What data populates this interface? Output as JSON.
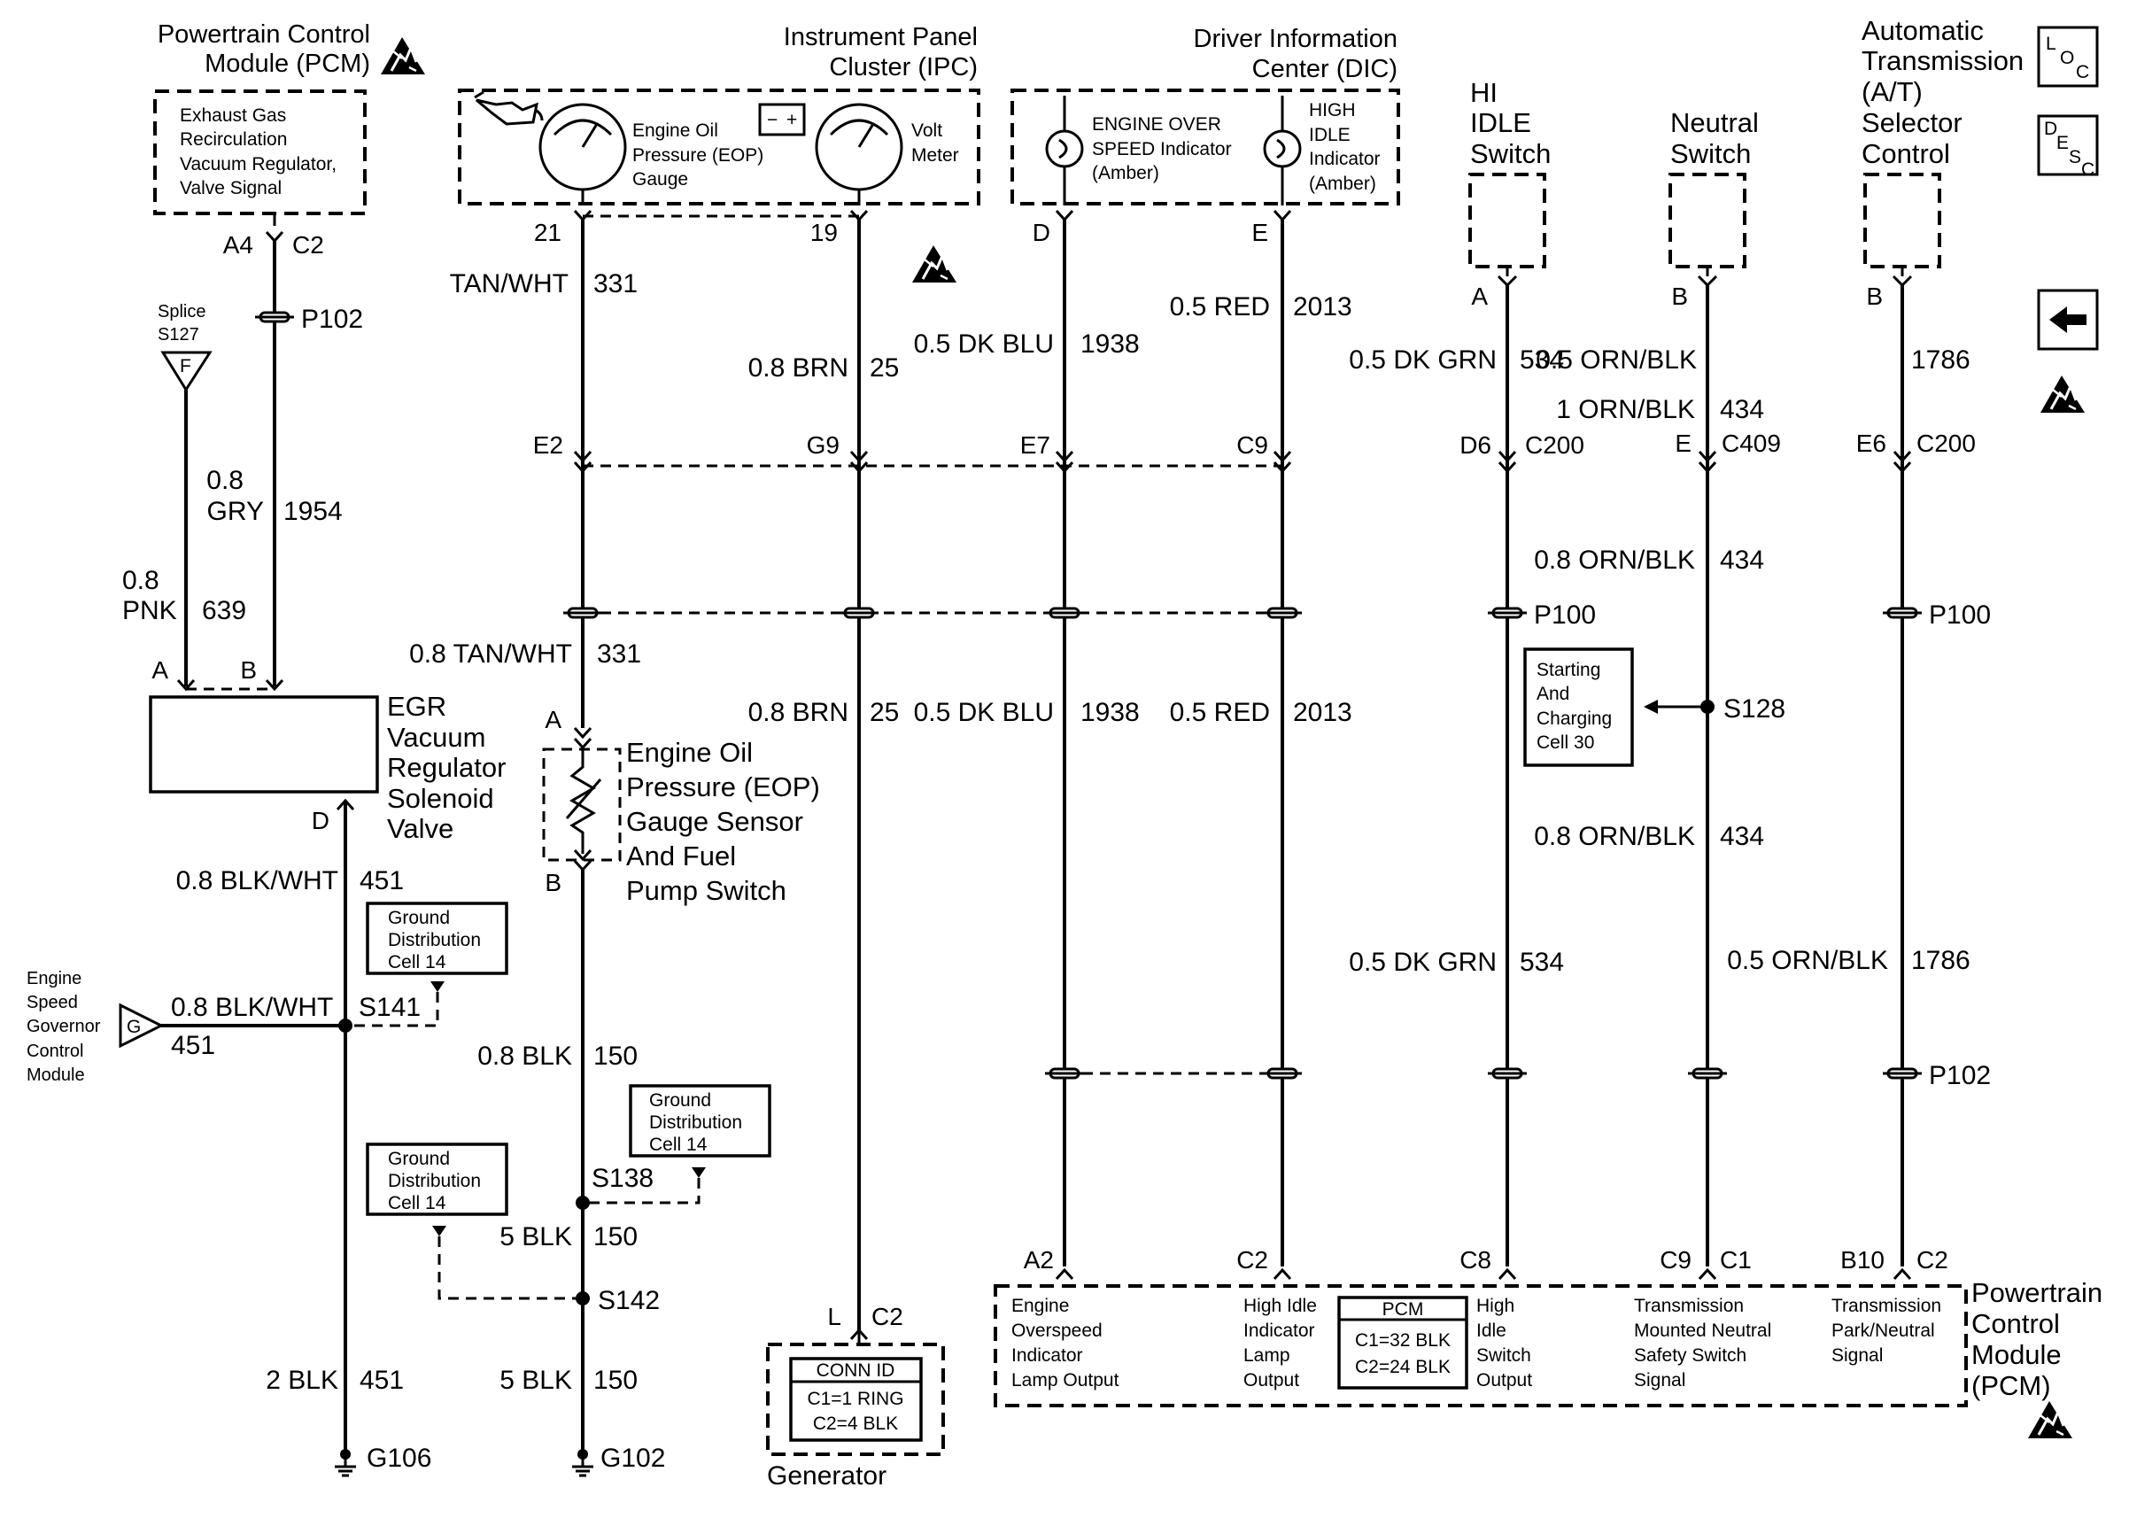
{
  "components": {
    "pcm_top": {
      "title1": "Powertrain Control",
      "title2": "Module (PCM)",
      "signal_lines": [
        "Exhaust Gas",
        "Recirculation",
        "Vacuum Regulator,",
        "Valve Signal"
      ],
      "pin_a4": "A4",
      "pin_c2": "C2"
    },
    "ipc": {
      "title1": "Instrument Panel",
      "title2": "Cluster (IPC)",
      "eop_gauge_lines": [
        "Engine Oil",
        "Pressure (EOP)",
        "Gauge"
      ],
      "volt_lines": [
        "Volt",
        "Meter"
      ],
      "pin_21": "21",
      "pin_19": "19",
      "battery_minus": "−",
      "battery_plus": "+"
    },
    "dic": {
      "title1": "Driver Information",
      "title2": "Center (DIC)",
      "overspeed_lines": [
        "ENGINE OVER",
        "SPEED Indicator",
        "(Amber)"
      ],
      "highidle_lines": [
        "HIGH",
        "IDLE",
        "Indicator",
        "(Amber)"
      ],
      "pin_d": "D",
      "pin_e": "E"
    },
    "hi_idle_switch": {
      "lines": [
        "HI",
        "IDLE",
        "Switch"
      ],
      "pin": "A"
    },
    "neutral_switch": {
      "lines": [
        "Neutral",
        "Switch"
      ],
      "pin": "B"
    },
    "at_selector": {
      "lines": [
        "Automatic",
        "Transmission",
        "(A/T)",
        "Selector",
        "Control"
      ],
      "pin": "B"
    },
    "egr_valve": {
      "lines": [
        "EGR",
        "Vacuum",
        "Regulator",
        "Solenoid",
        "Valve"
      ],
      "pin_a": "A",
      "pin_b": "B",
      "pin_d": "D"
    },
    "eop_sensor": {
      "lines": [
        "Engine Oil",
        "Pressure (EOP)",
        "Gauge Sensor",
        "And Fuel",
        "Pump Switch"
      ],
      "pin_a": "A",
      "pin_b": "B"
    },
    "generator": {
      "label": "Generator",
      "pin_l": "L",
      "pin_c2": "C2",
      "conn_title": "CONN ID",
      "conn_c1": "C1=1 RING",
      "conn_c2": "C2=4 BLK"
    },
    "governor": {
      "lines": [
        "Engine",
        "Speed",
        "Governor",
        "Control",
        "Module"
      ],
      "connector": "G"
    },
    "splice_s127": {
      "lines": [
        "Splice",
        "S127"
      ],
      "connector": "F"
    },
    "pcm_bottom": {
      "title_lines": [
        "Powertrain",
        "Control",
        "Module",
        "(PCM)"
      ],
      "out_overspeed": [
        "Engine",
        "Overspeed",
        "Indicator",
        "Lamp Output"
      ],
      "out_highidle": [
        "High Idle",
        "Indicator",
        "Lamp",
        "Output"
      ],
      "pcm_box_title": "PCM",
      "pcm_c1": "C1=32 BLK",
      "pcm_c2": "C2=24 BLK",
      "out_switch": [
        "High",
        "Idle",
        "Switch",
        "Output"
      ],
      "out_neutral": [
        "Transmission",
        "Mounted Neutral",
        "Safety Switch",
        "Signal"
      ],
      "out_park": [
        "Transmission",
        "Park/Neutral",
        "Signal"
      ],
      "pins": {
        "a2": "A2",
        "c2a": "C2",
        "c8": "C8",
        "c9": "C9",
        "c1": "C1",
        "b10": "B10",
        "c2b": "C2"
      }
    }
  },
  "wires": {
    "w331_top": {
      "color": "TAN/WHT",
      "circuit": "331"
    },
    "w331_mid": {
      "color": "0.8 TAN/WHT",
      "circuit": "331"
    },
    "w25_top": {
      "color": "0.8 BRN",
      "circuit": "25"
    },
    "w25_mid": {
      "color": "0.8 BRN",
      "circuit": "25"
    },
    "w1938_top": {
      "color": "0.5 DK BLU",
      "circuit": "1938"
    },
    "w1938_mid": {
      "color": "0.5 DK BLU",
      "circuit": "1938"
    },
    "w2013_top": {
      "color": "0.5 RED",
      "circuit": "2013"
    },
    "w2013_mid": {
      "color": "0.5 RED",
      "circuit": "2013"
    },
    "w534_top": {
      "color": "0.5 DK GRN",
      "circuit": "534"
    },
    "w534_bot": {
      "color": "0.5 DK GRN",
      "circuit": "534"
    },
    "w434_top": {
      "color": "1 ORN/BLK",
      "circuit": "434"
    },
    "w434_mid": {
      "color": "0.8 ORN/BLK",
      "circuit": "434"
    },
    "w434_bot": {
      "color": "0.8 ORN/BLK",
      "circuit": "434"
    },
    "w1786_top": {
      "color": "0.5 ORN/BLK",
      "circuit": "1786"
    },
    "w1786_bot": {
      "color": "0.5 ORN/BLK",
      "circuit": "1786"
    },
    "w1954_gauge": "0.8",
    "w1954_color": "GRY",
    "w1954_circuit": "1954",
    "w639_gauge": "0.8",
    "w639_color": "PNK",
    "w639_circuit": "639",
    "w451_top": {
      "color": "0.8 BLK/WHT",
      "circuit": "451"
    },
    "w451_gov": {
      "color": "0.8 BLK/WHT",
      "circuit": "451"
    },
    "w451_bot": {
      "color": "2 BLK",
      "circuit": "451"
    },
    "w150_top": {
      "color": "0.8 BLK",
      "circuit": "150"
    },
    "w150_mid": {
      "color": "5 BLK",
      "circuit": "150"
    },
    "w150_bot": {
      "color": "5 BLK",
      "circuit": "150"
    }
  },
  "connectors": {
    "p102_top": "P102",
    "p100_a": "P100",
    "p100_b": "P100",
    "p102_right": "P102",
    "c200_a": "C200",
    "c409": "C409",
    "c200_b": "C200",
    "pin_e2": "E2",
    "pin_g9": "G9",
    "pin_e7": "E7",
    "pin_c9": "C9",
    "pin_d6": "D6",
    "pin_e": "E",
    "pin_e6": "E6"
  },
  "splices": {
    "s141": "S141",
    "s138": "S138",
    "s142": "S142",
    "s128": "S128"
  },
  "grounds": {
    "g106": "G106",
    "g102": "G102"
  },
  "references": {
    "gnd_cell_a": [
      "Ground",
      "Distribution",
      "Cell 14"
    ],
    "gnd_cell_b": [
      "Ground",
      "Distribution",
      "Cell 14"
    ],
    "gnd_cell_c": [
      "Ground",
      "Distribution",
      "Cell 14"
    ],
    "starting_cell": [
      "Starting",
      "And",
      "Charging",
      "Cell 30"
    ]
  },
  "side_icons": {
    "loc": [
      "L",
      "O",
      "C"
    ],
    "desc": [
      "D",
      "E",
      "S",
      "C"
    ]
  },
  "colors": {
    "line": "#000000",
    "background": "#ffffff"
  }
}
